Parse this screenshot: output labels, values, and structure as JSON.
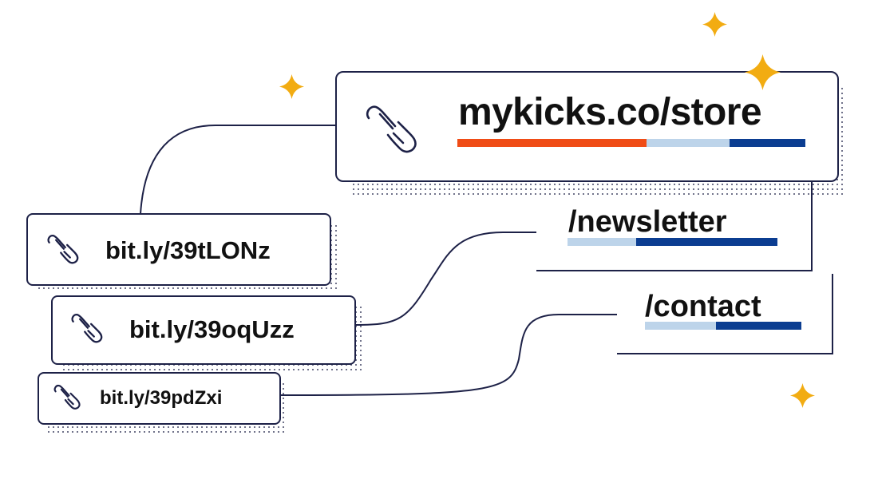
{
  "main_link": {
    "domain_path": "mykicks.co/store",
    "colors": {
      "domain": "#f04c16",
      "slash": "#bdd4ea",
      "path": "#0b3d91",
      "ink": "#1d2147",
      "sparkle": "#f2ac12"
    }
  },
  "paths": [
    {
      "label": "/newsletter",
      "color_light": "#bdd4ea",
      "color_dark": "#0b3d91"
    },
    {
      "label": "/contact",
      "color_light": "#bdd4ea",
      "color_dark": "#0b3d91"
    }
  ],
  "short_links": [
    "bit.ly/39tLONz",
    "bit.ly/39oqUzz",
    "bit.ly/39pdZxi"
  ],
  "icons": {
    "link": "link-icon",
    "sparkle": "sparkle-icon"
  }
}
